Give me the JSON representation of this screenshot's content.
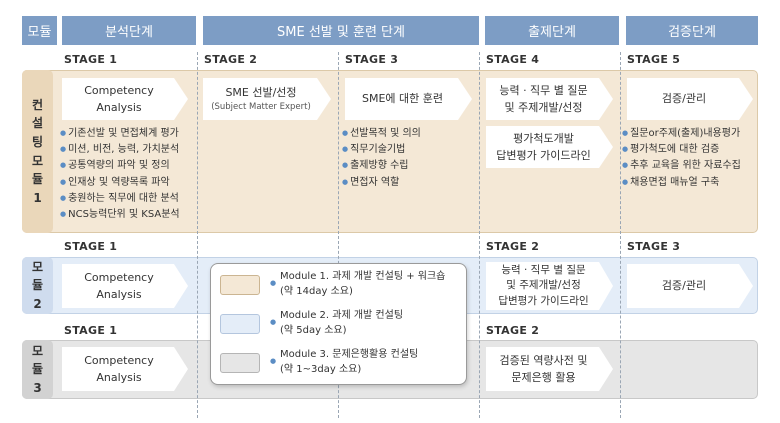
{
  "header": {
    "module": "모듈",
    "analysis": "분석단계",
    "sme": "SME 선발 및 훈련 단계",
    "question": "출제단계",
    "verification": "검증단계"
  },
  "colors": {
    "header_bg": "#7d9dc5",
    "module1_bg": "#f4e8d6",
    "module2_bg": "#e4edf8",
    "module3_bg": "#e6e6e6",
    "bullet": "#5b8dc4"
  },
  "module1": {
    "label": "컨설팅모듈1",
    "stages": [
      "STAGE 1",
      "STAGE 2",
      "STAGE 3",
      "STAGE 4",
      "STAGE 5"
    ],
    "s1_arrow": [
      "Competency",
      "Analysis"
    ],
    "s1_bullets": [
      "기존선발 및 면접체계 평가",
      "미션, 비전, 능력, 가치분석",
      "공통역량의 파악 및 정의",
      "인재상 및 역량목록 파악",
      "충원하는 직무에 대한 분석",
      "NCS능력단위 및 KSA분석"
    ],
    "s2_arrow": [
      "SME 선발/선정",
      "(Subject Matter Expert)"
    ],
    "s3_arrow": "SME에 대한 훈련",
    "s3_bullets": [
      "선발목적 및 의의",
      "직무기술기법",
      "출제방향 수립",
      "면접자 역할"
    ],
    "s4_arrow1": [
      "능력 · 직무 별 질문",
      "및 주제개발/선정"
    ],
    "s4_arrow2": [
      "평가척도개발",
      "답변평가 가이드라인"
    ],
    "s5_arrow": "검증/관리",
    "s5_bullets": [
      "질문or주제(출제)내용평가",
      "평가척도에 대한 검증",
      "추후 교육을 위한 자료수집",
      "채용면접 매뉴얼 구축"
    ]
  },
  "module2": {
    "label": "모듈2",
    "stages": [
      "STAGE 1",
      "STAGE 2",
      "STAGE 3"
    ],
    "s1_arrow": [
      "Competency",
      "Analysis"
    ],
    "s2_arrow": [
      "능력 · 직무 별 질문",
      "및 주제개발/선정",
      "답변평가 가이드라인"
    ],
    "s3_arrow": "검증/관리"
  },
  "module3": {
    "label": "모듈3",
    "stages": [
      "STAGE 1",
      "STAGE 2"
    ],
    "s1_arrow": [
      "Competency",
      "Analysis"
    ],
    "s2_arrow": [
      "검증된 역량사전 및",
      "문제은행 활용"
    ]
  },
  "legend": [
    {
      "line1": "Module 1. 과제 개발 컨설팅 + 워크숍",
      "line2": "(약 14day 소요)",
      "color": "#f4e8d6"
    },
    {
      "line1": "Module 2. 과제 개발 컨설팅",
      "line2": "(약 5day 소요)",
      "color": "#e4edf8"
    },
    {
      "line1": "Module 3. 문제은행활용 컨설팅",
      "line2": "(약 1~3day 소요)",
      "color": "#e6e6e6"
    }
  ]
}
